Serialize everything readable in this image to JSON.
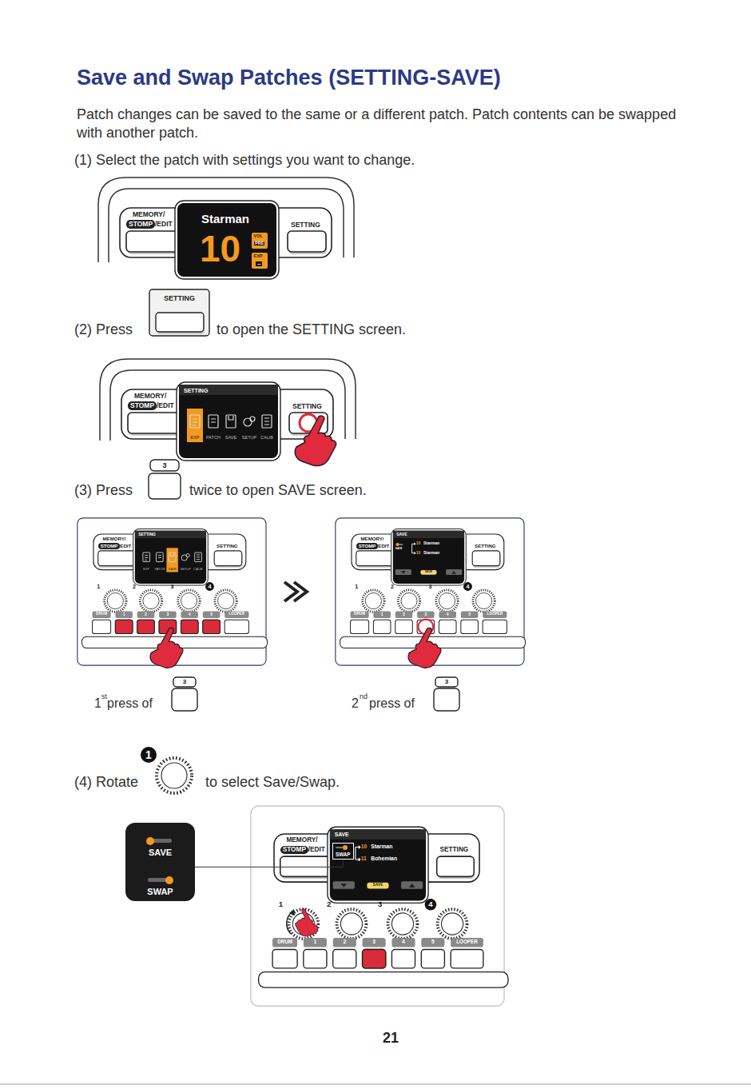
{
  "diagram": {
    "title": "Save and Swap Patches (SETTING-SAVE)",
    "nodes": [
      {
        "text": [
          "SAVE",
          "SWAP"
        ]
      },
      {
        "text": [
          "SWAP"
        ]
      }
    ],
    "edges": [
      {
        "from": 0,
        "to": 1,
        "arrow": "none"
      }
    ],
    "labels": [
      "Patch changes can be saved to the same or a different patch. Patch contents can be swapped with another patch.",
      "(1) Select the patch with settings you want to change.",
      "MEMORY/",
      "STOMP",
      "/EDIT",
      "Starman",
      "10",
      "VOL",
      "PRE",
      "EXP",
      "--",
      "SETTING",
      "(2) Press",
      "SETTING",
      "to open the SETTING screen.",
      "MEMORY/",
      "STOMP",
      "/EDIT",
      "SETTING",
      "EXP",
      "PATCH",
      "SAVE",
      "SETUP",
      "CALIB",
      "SETTING",
      "(3) Press",
      "3",
      "twice to open SAVE screen.",
      "MEMORY/",
      "STOMP",
      "/EDIT",
      "SETTING",
      "EXP",
      "PATCH",
      "SAVE",
      "SETUP",
      "CALIB",
      "SETTING",
      "1",
      "2",
      "3",
      "4",
      "DRUM",
      "1",
      "2",
      "3",
      "4",
      "5",
      "LOOPER",
      "MEMORY/",
      "STOMP",
      "/EDIT",
      "SAVE",
      "SAVE",
      "10",
      "Starman",
      "10",
      "Starman",
      "SAVE",
      "SETTING",
      "1",
      "2",
      "3",
      "4",
      "DRUM",
      "1",
      "2",
      "3",
      "4",
      "5",
      "LOOPER",
      "1",
      "st",
      "press of",
      "3",
      "2",
      "nd",
      "press of",
      "3",
      "(4) Rotate",
      "1",
      "to select Save/Swap.",
      "MEMORY/",
      "STOMP",
      "/EDIT",
      "SAVE",
      "10",
      "Starman",
      "11",
      "Bohemian",
      "SAVE",
      "SETTING",
      "1",
      "2",
      "3",
      "4",
      "DRUM",
      "1",
      "2",
      "3",
      "4",
      "5",
      "LOOPER",
      "21"
    ]
  }
}
